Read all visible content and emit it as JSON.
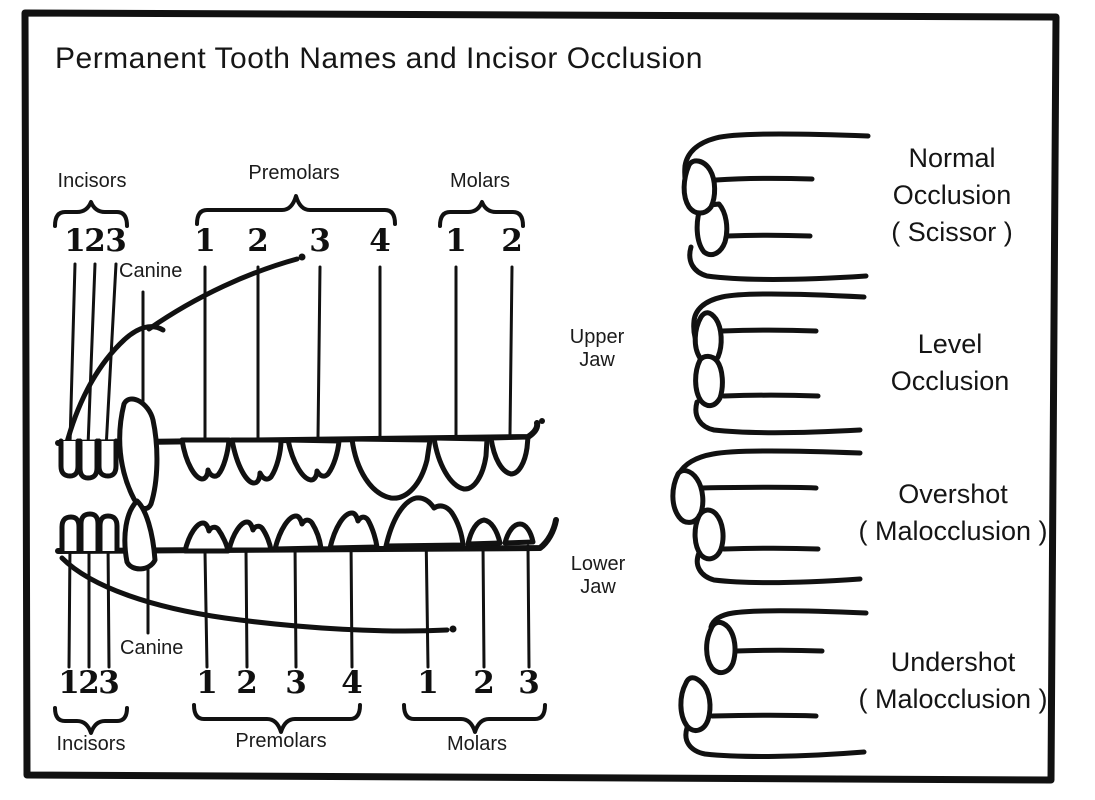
{
  "title": "Permanent Tooth Names and Incisor Occlusion",
  "upper_jaw": {
    "side_label": [
      "Upper",
      "Jaw"
    ],
    "incisors": {
      "label": "Incisors",
      "numbers": [
        "1",
        "2",
        "3"
      ]
    },
    "canine": {
      "label": "Canine"
    },
    "premolars": {
      "label": "Premolars",
      "numbers": [
        "1",
        "2",
        "3",
        "4"
      ]
    },
    "molars": {
      "label": "Molars",
      "numbers": [
        "1",
        "2"
      ]
    }
  },
  "lower_jaw": {
    "side_label": [
      "Lower",
      "Jaw"
    ],
    "incisors": {
      "label": "Incisors",
      "numbers": [
        "1",
        "2",
        "3"
      ]
    },
    "canine": {
      "label": "Canine"
    },
    "premolars": {
      "label": "Premolars",
      "numbers": [
        "1",
        "2",
        "3",
        "4"
      ]
    },
    "molars": {
      "label": "Molars",
      "numbers": [
        "1",
        "2",
        "3"
      ]
    }
  },
  "occlusion_types": [
    {
      "lines": [
        "Normal",
        "Occlusion",
        "( Scissor )"
      ]
    },
    {
      "lines": [
        "Level",
        "Occlusion"
      ]
    },
    {
      "lines": [
        "Overshot",
        "( Malocclusion )"
      ]
    },
    {
      "lines": [
        "Undershot",
        "( Malocclusion )"
      ]
    }
  ],
  "colors": {
    "ink": "#111111",
    "paper": "#ffffff"
  }
}
